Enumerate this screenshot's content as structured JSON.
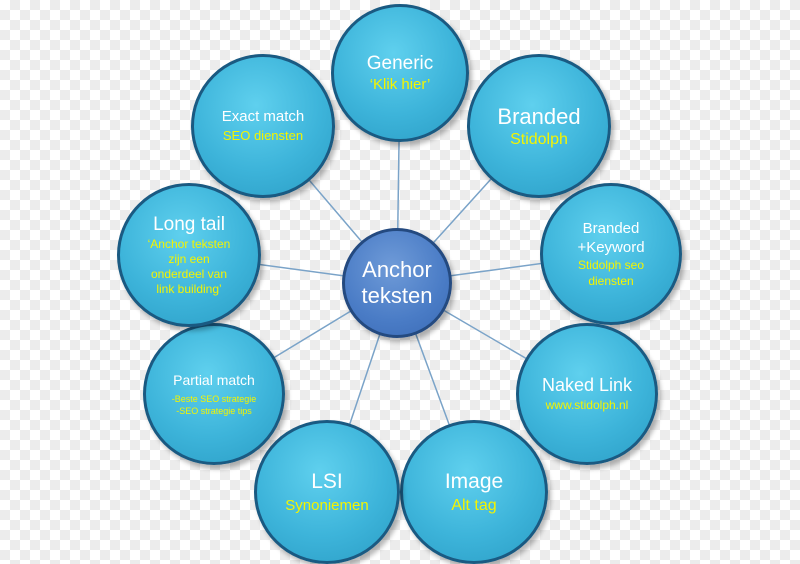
{
  "center": {
    "line1": "Anchor",
    "line2": "teksten"
  },
  "nodes": [
    {
      "id": "generic",
      "title": "Generic",
      "sub": [
        "‘Klik hier’"
      ]
    },
    {
      "id": "branded",
      "title": "Branded",
      "sub": [
        "Stidolph"
      ]
    },
    {
      "id": "branded-keyword",
      "title": "Branded",
      "title2": "+Keyword",
      "sub": [
        "Stidolph seo",
        "diensten"
      ]
    },
    {
      "id": "naked-link",
      "title": "Naked Link",
      "sub": [
        "www.stidolph.nl"
      ]
    },
    {
      "id": "image",
      "title": "Image",
      "sub": [
        "Alt tag"
      ]
    },
    {
      "id": "lsi",
      "title": "LSI",
      "sub": [
        "Synoniemen"
      ]
    },
    {
      "id": "partial-match",
      "title": "Partial match",
      "sub": [
        "-Beste SEO strategie",
        "-SEO strategie tips"
      ]
    },
    {
      "id": "long-tail",
      "title": "Long tail",
      "sub": [
        "‘Anchor teksten",
        "zijn een",
        "onderdeel van",
        "link building’"
      ]
    },
    {
      "id": "exact-match",
      "title": "Exact match",
      "sub": [
        "SEO diensten"
      ]
    }
  ],
  "colors": {
    "node_fill": "#3db4da",
    "node_border": "#1a5a82",
    "center_fill": "#4a7cc6",
    "subtitle_text": "#f4f400",
    "connector": "#7aa3c8"
  }
}
